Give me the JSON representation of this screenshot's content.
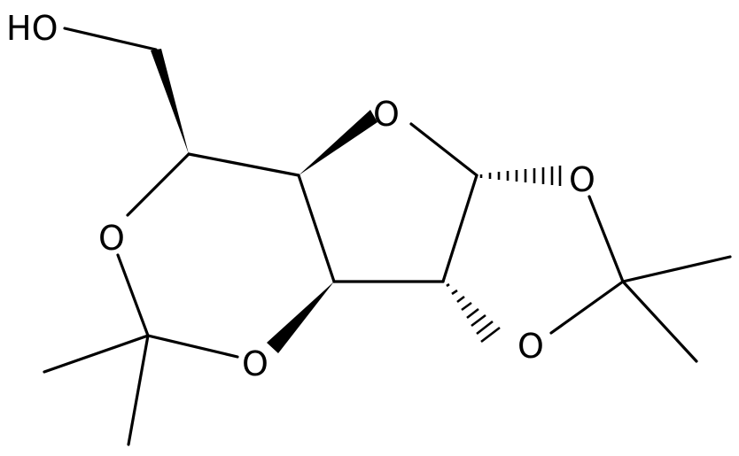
{
  "molecule": {
    "atom_labels": {
      "hydroxyl": "HO",
      "ring_oxygen_top": "O",
      "dioxolane_oxygen_upper": "O",
      "dioxolane_oxygen_lower": "O",
      "dioxane_oxygen_left": "O",
      "dioxane_oxygen_lower": "O"
    },
    "stereo_bonds": {
      "wedge": 3,
      "hash": 2
    },
    "line_color": "#000000",
    "background_color": "#ffffff"
  }
}
